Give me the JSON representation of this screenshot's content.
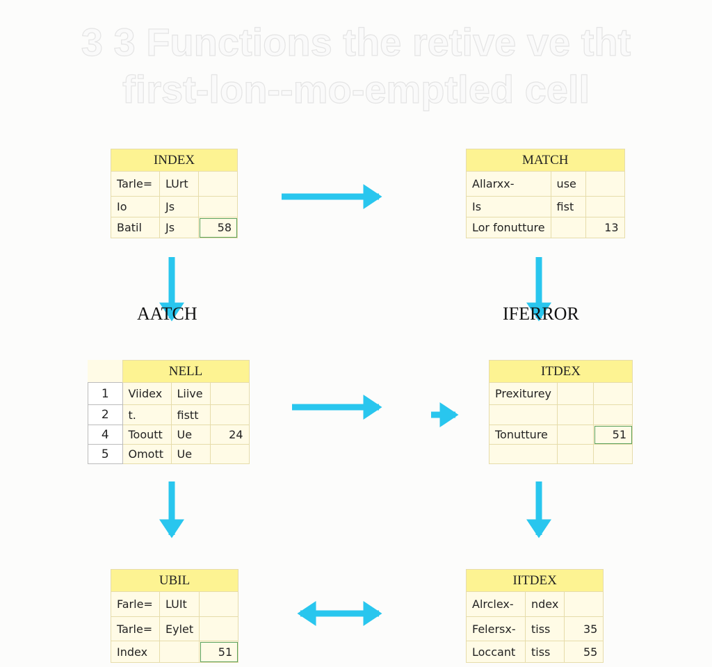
{
  "title": {
    "line1": "3 3 Functions the retive ve tht",
    "line2": "first-lon--mo-emptled cell"
  },
  "labels": {
    "left": "AATCH",
    "right": "IFERROR"
  },
  "arrow_color": "#29c6ee",
  "tables": [
    {
      "header": "INDEX",
      "rows": [
        [
          "Tarle=",
          "LUrt",
          ""
        ],
        [
          "Io",
          "Js",
          ""
        ],
        [
          "Batil",
          "Js",
          "58"
        ]
      ],
      "selected": [
        2,
        2
      ]
    },
    {
      "header": "MATCH",
      "rows": [
        [
          "Allarxx-",
          "use",
          ""
        ],
        [
          "Is",
          "fist",
          ""
        ],
        [
          "Lor fonutture",
          "",
          "13"
        ]
      ]
    },
    {
      "header": "NELL",
      "rownums": [
        "1",
        "2",
        "4",
        "5"
      ],
      "rows": [
        [
          "Viidex",
          "Liive",
          ""
        ],
        [
          "t.",
          "fistt",
          ""
        ],
        [
          "Tooutt",
          "Ue",
          "24"
        ],
        [
          "Omott",
          "Ue",
          ""
        ]
      ]
    },
    {
      "header": "ITDEX",
      "rows": [
        [
          "Prexiturey",
          "",
          ""
        ],
        [
          "",
          "",
          ""
        ],
        [
          "Tonutture",
          "",
          "51"
        ],
        [
          "",
          "",
          ""
        ]
      ],
      "selected": [
        2,
        2
      ]
    },
    {
      "header": "UBIL",
      "rows": [
        [
          "Farle=",
          "LUIt",
          ""
        ],
        [
          "Tarle=",
          "Eylet",
          ""
        ],
        [
          "Index",
          "",
          "51"
        ]
      ],
      "selected": [
        2,
        2
      ]
    },
    {
      "header": "IITDEX",
      "rows": [
        [
          "Alrclex-",
          "ndex",
          ""
        ],
        [
          "Felersx-",
          "tiss",
          "35"
        ],
        [
          "Loccant",
          "tiss",
          "55"
        ]
      ]
    }
  ]
}
